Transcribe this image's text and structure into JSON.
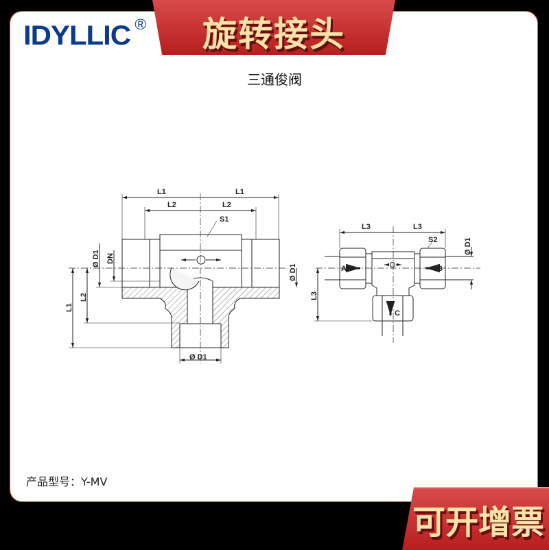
{
  "brand": {
    "name": "IDYLLIC",
    "reg": "®"
  },
  "banner_top": "旋转接头",
  "banner_bottom": "可开增票",
  "subtitle": "三通俊阀",
  "model": {
    "label": "产品型号：",
    "value": "Y-MV"
  },
  "drawing_left": {
    "l1": "L1",
    "l2": "L2",
    "s1": "S1",
    "d1": "Ø D1",
    "dn": "DN"
  },
  "drawing_right": {
    "l3": "L3",
    "s2": "S2",
    "d1": "Ø D1",
    "a": "A",
    "b": "B",
    "c": "C"
  },
  "colors": {
    "brand": "#0d3a8c",
    "banner": "#c42a2a",
    "banner_text": "#fbe3a8"
  }
}
